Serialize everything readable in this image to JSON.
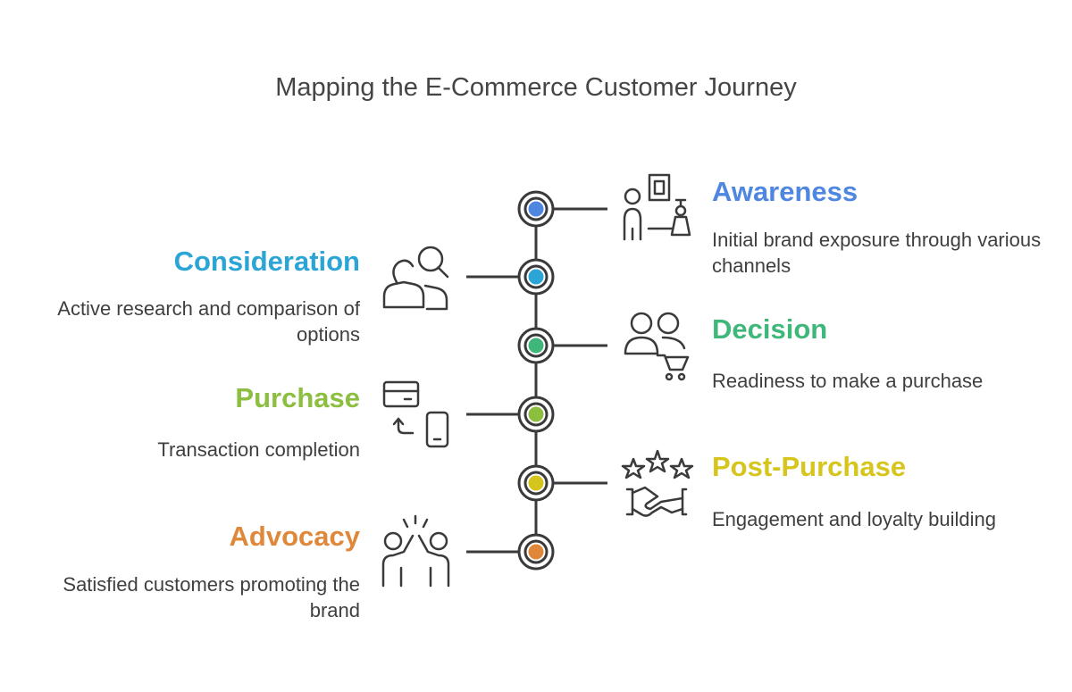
{
  "title": "Mapping the E-Commerce Customer Journey",
  "stages": [
    {
      "name": "Awareness",
      "description": "Initial brand exposure through various channels",
      "color": "#4f86e0",
      "icon": "person-billboard-icon"
    },
    {
      "name": "Consideration",
      "description": "Active research and comparison of options",
      "color": "#2ba4d6",
      "icon": "people-search-icon"
    },
    {
      "name": "Decision",
      "description": "Readiness to make a purchase",
      "color": "#3fb77a",
      "icon": "people-cart-icon"
    },
    {
      "name": "Purchase",
      "description": "Transaction completion",
      "color": "#8cbf3f",
      "icon": "card-phone-icon"
    },
    {
      "name": "Post-Purchase",
      "description": "Engagement and loyalty building",
      "color": "#d6c51c",
      "icon": "stars-handshake-icon"
    },
    {
      "name": "Advocacy",
      "description": "Satisfied customers promoting the brand",
      "color": "#e0883a",
      "icon": "high-five-icon"
    }
  ]
}
